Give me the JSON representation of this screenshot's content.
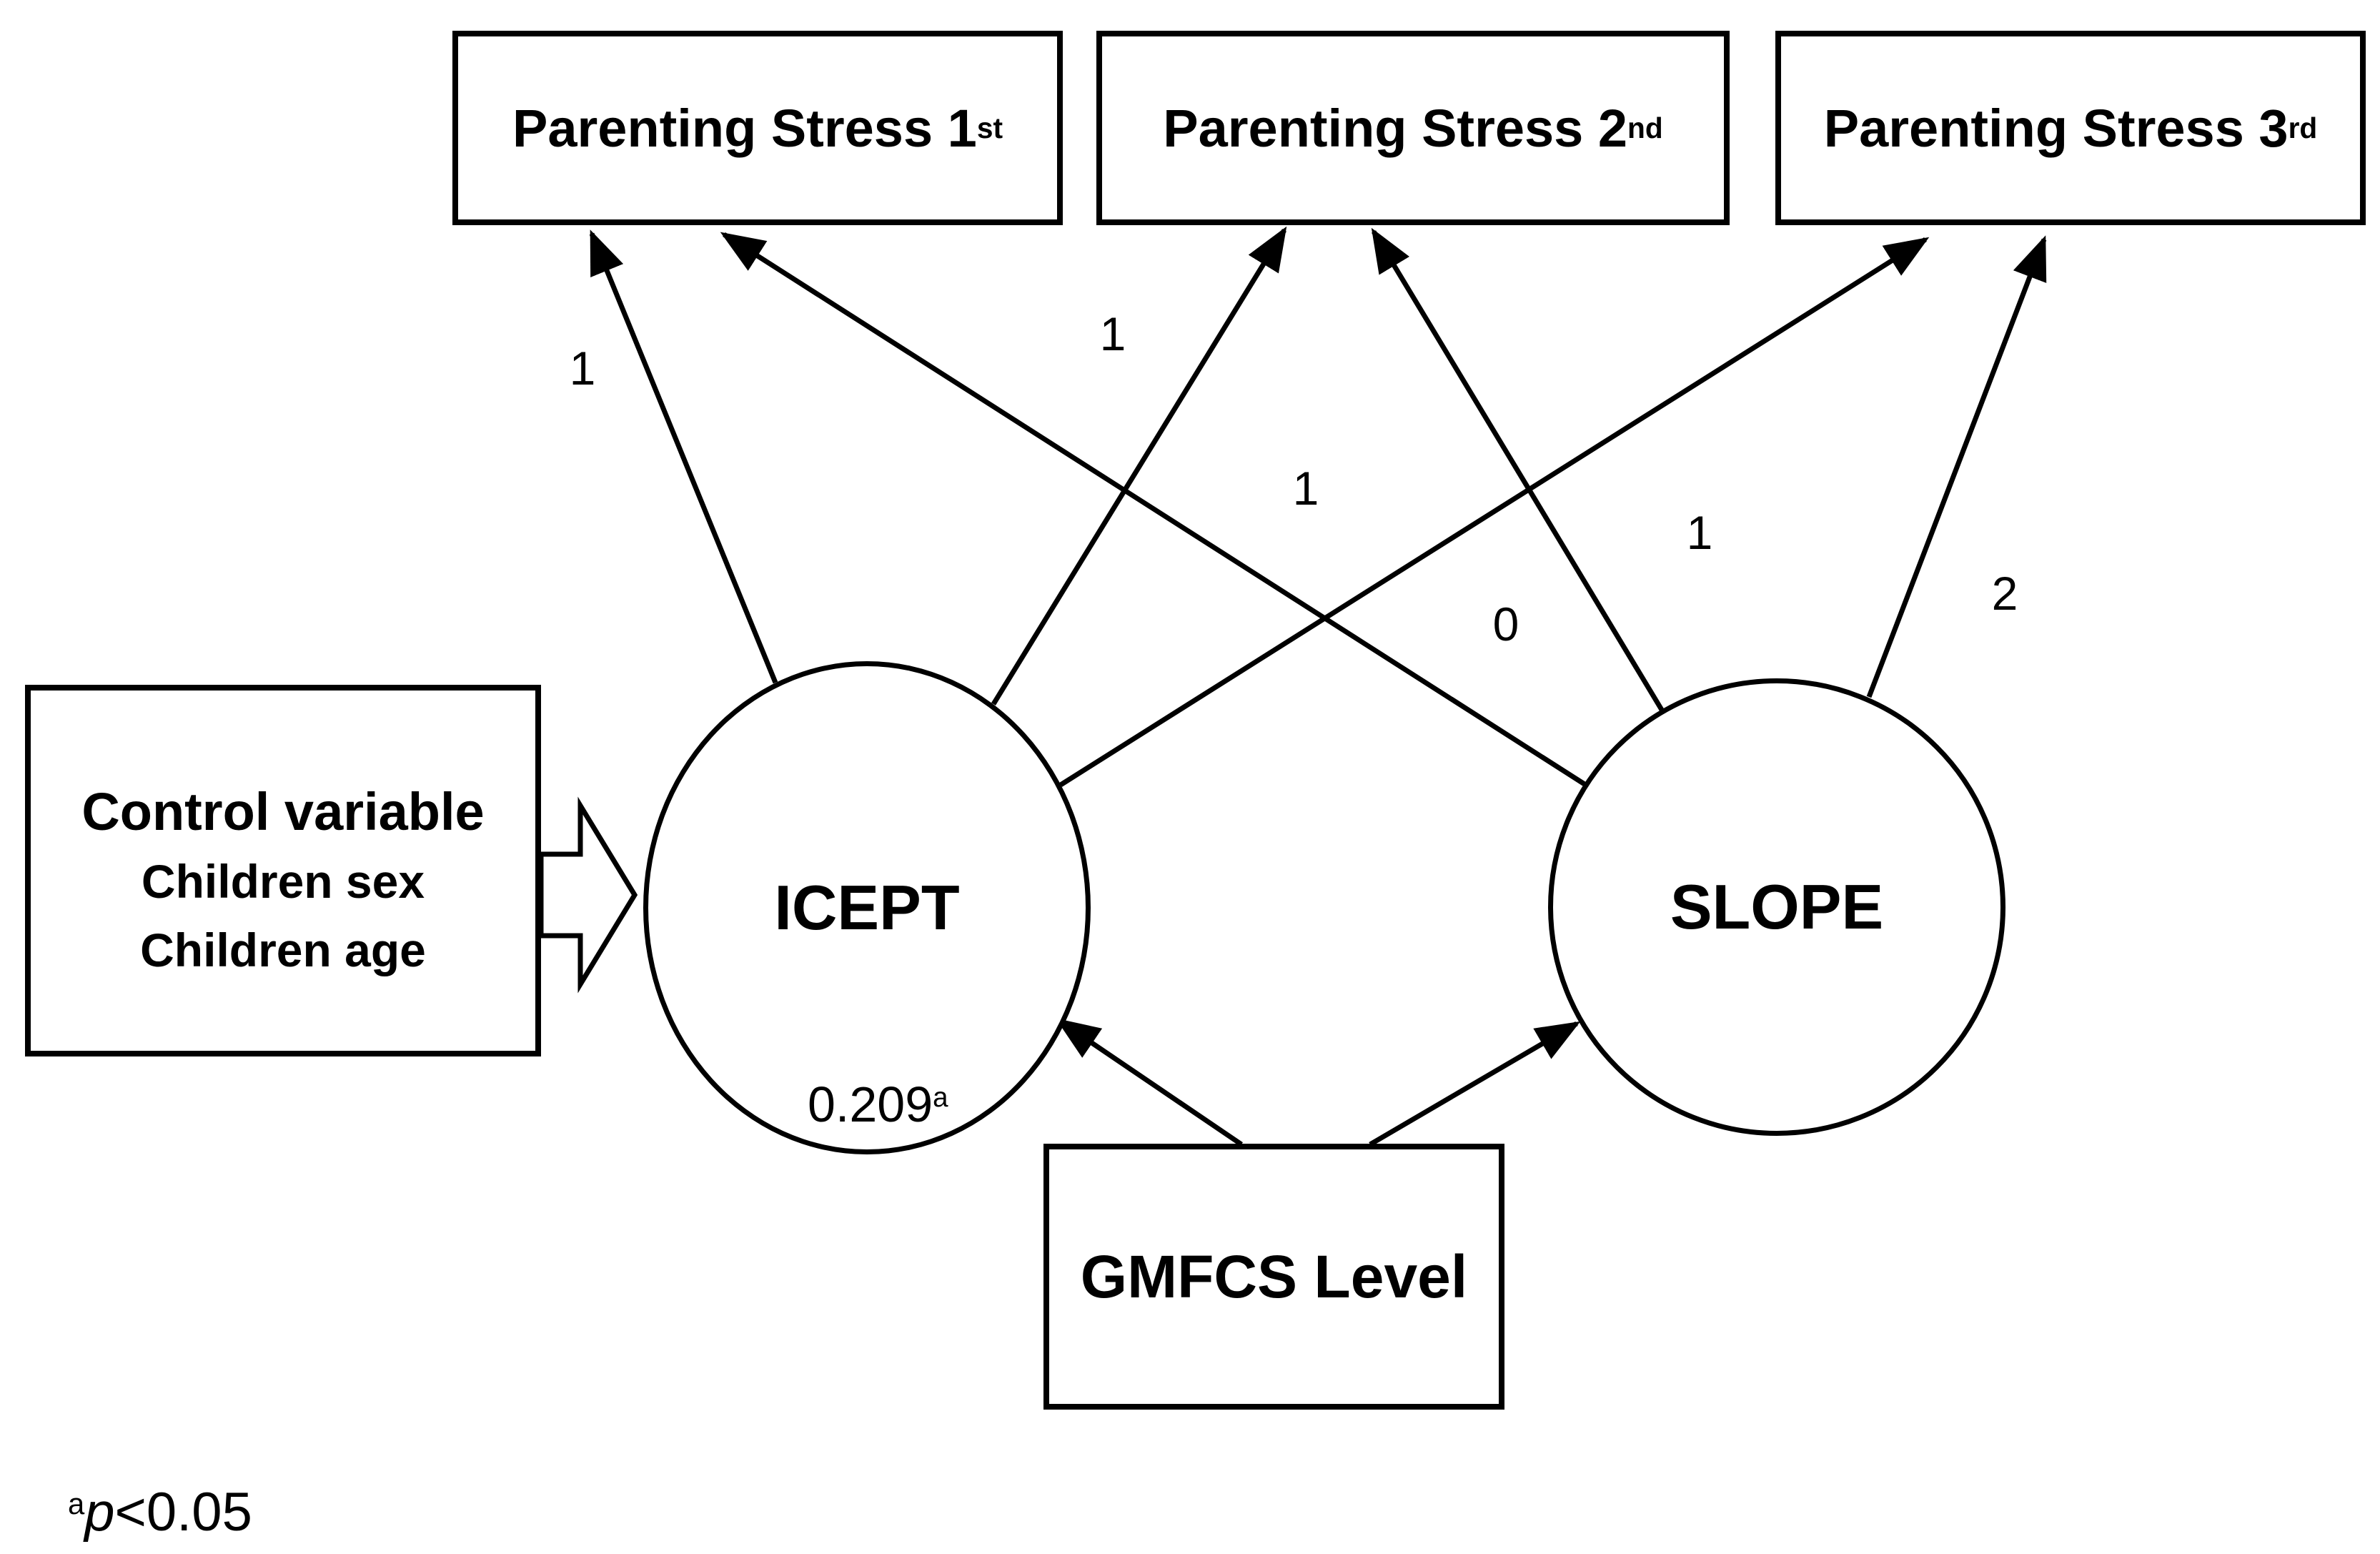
{
  "figure": {
    "colors": {
      "ink": "#000000",
      "background": "#ffffff"
    },
    "observed_boxes": [
      {
        "label": "Parenting Stress 1",
        "sup": "st"
      },
      {
        "label": "Parenting Stress 2",
        "sup": "nd"
      },
      {
        "label": "Parenting Stress 3",
        "sup": "rd"
      }
    ],
    "latent": {
      "intercept": "ICEPT",
      "slope": "SLOPE"
    },
    "control_box": {
      "title": "Control variable",
      "items": [
        "Children sex",
        "Children age"
      ]
    },
    "predictor_box": {
      "label": "GMFCS Level"
    },
    "loadings": {
      "icept": [
        "1",
        "1",
        "1"
      ],
      "slope": [
        "0",
        "1",
        "2"
      ]
    },
    "coefficient": {
      "value": "0.209",
      "marker": "a"
    },
    "footnote": {
      "marker": "a",
      "symbol": "p",
      "condition": "<0.05"
    }
  }
}
